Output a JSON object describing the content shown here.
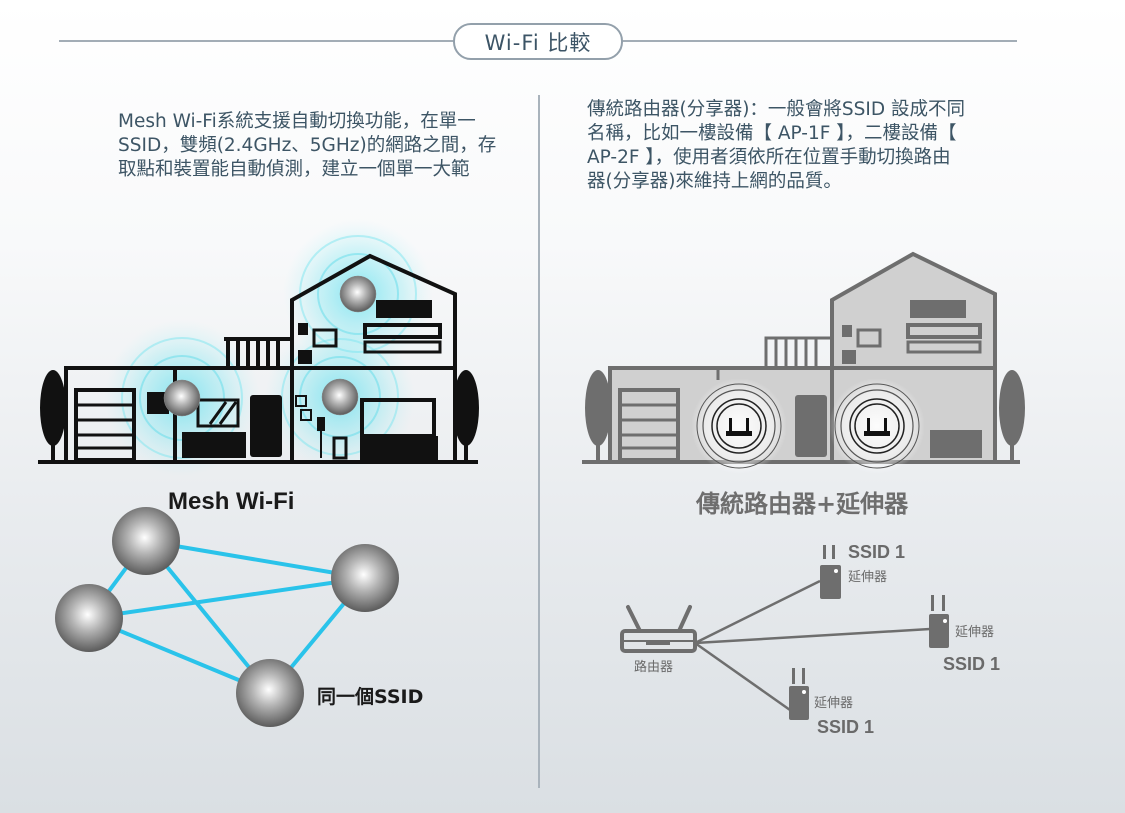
{
  "header": {
    "title": "Wi-Fi 比較"
  },
  "left": {
    "description_lines": [
      "Mesh Wi-Fi系統支援自動切換功能，在單一",
      "SSID，雙頻(2.4GHz、5GHz)的網路之間，存",
      "取點和裝置能自動偵測，建立一個單一大範"
    ],
    "house_label": "Mesh Wi-Fi",
    "network_label": "同一個SSID",
    "accent_color": "#2ac3ea"
  },
  "right": {
    "description_lines": [
      "傳統路由器(分享器)：一般會將SSID 設成不同",
      "名稱，比如一樓設備【 AP-1F 】，二樓設備【",
      "AP-2F 】，使用者須依所在位置手動切換路由",
      "器(分享器)來維持上網的品質。"
    ],
    "house_label": "傳統路由器+延伸器",
    "router_label": "路由器",
    "extenders": [
      {
        "label": "延伸器",
        "ssid": "SSID 1"
      },
      {
        "label": "延伸器",
        "ssid": "SSID 1"
      },
      {
        "label": "延伸器",
        "ssid": "SSID 1"
      }
    ],
    "accent_color": "#6e6e6e"
  }
}
